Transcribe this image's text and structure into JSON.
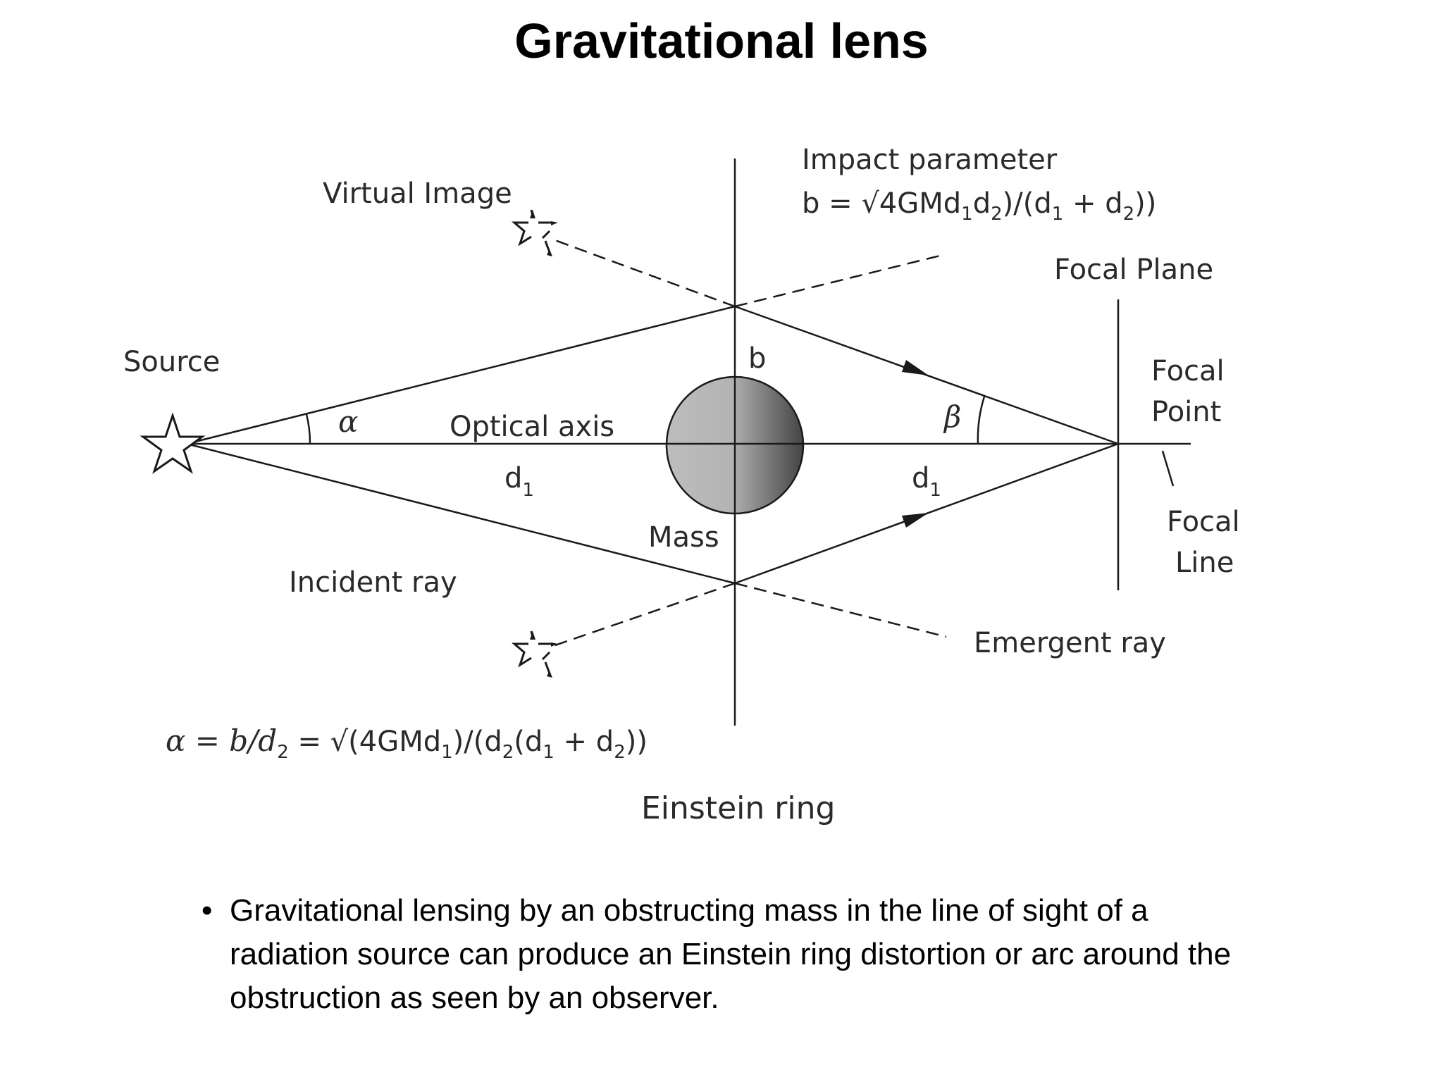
{
  "title": "Gravitational lens",
  "labels": {
    "virtual_image": "Virtual Image",
    "impact_parameter": "Impact parameter",
    "focal_plane": "Focal Plane",
    "source": "Source",
    "b": "b",
    "focal_point_line1": "Focal",
    "focal_point_line2": "Point",
    "alpha": "α",
    "optical_axis": "Optical axis",
    "beta": "β",
    "d": "d",
    "sub_1": "1",
    "sub_2": "2",
    "mass": "Mass",
    "focal_line_line1": "Focal",
    "focal_line_line2": "Line",
    "incident_ray": "Incident ray",
    "emergent_ray": "Emergent ray",
    "einstein_ring": "Einstein ring"
  },
  "formulas": {
    "impact": {
      "a": "b = √4GMd",
      "b": "d",
      "c": ")/(d",
      "d": " + d",
      "e": "))"
    },
    "alpha": {
      "a": "α = b/d",
      "b": " = √(4GMd",
      "c": ")/(d",
      "d": "(d",
      "e": " + d",
      "f": "))"
    }
  },
  "bullet": {
    "marker": "•",
    "text": "Gravitational lensing by an obstructing mass in the line of sight of a radiation source can produce an Einstein ring distortion or arc around the obstruction as seen by an observer."
  },
  "colors": {
    "line": "#1a1a1a",
    "mass_light": "#c2c2c2",
    "mass_dark": "#4a4a4a"
  }
}
